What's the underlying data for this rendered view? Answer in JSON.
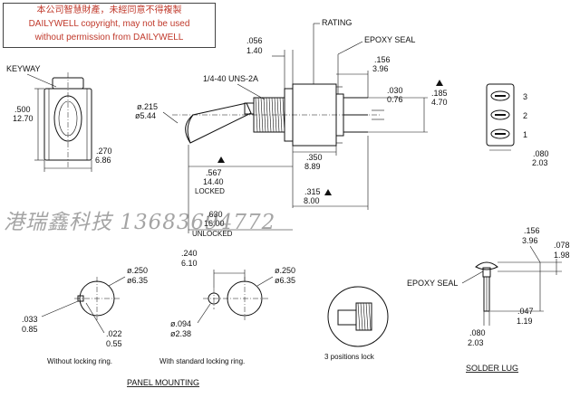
{
  "copyright": {
    "line1": "本公司智慧財產，未經同意不得複製",
    "line2": "DAILYWELL copyright, may not be used",
    "line3": "without permission from DAILYWELL"
  },
  "watermark": "港瑞鑫科技 13683694772",
  "labels": {
    "keyway": "KEYWAY",
    "rating": "RATING",
    "epoxy_seal_top": "EPOXY SEAL",
    "thread": "1/4-40 UNS-2A",
    "locked": "LOCKED",
    "unlocked": "UNLOCKED",
    "epoxy_seal_lug": "EPOXY SEAL",
    "three_positions": "3 positions lock",
    "without_ring": "Without locking ring.",
    "with_ring": "With standard locking ring.",
    "panel_mounting": "PANEL MOUNTING",
    "solder_lug": "SOLDER LUG",
    "pin_1": "1",
    "pin_2": "2",
    "pin_3": "3"
  },
  "dims": {
    "width_in": ".500",
    "width_mm": "12.70",
    "depth_in": ".270",
    "depth_mm": "6.86",
    "lever_dia_in": "ø.215",
    "lever_dia_mm": "ø5.44",
    "nut_in": ".056",
    "nut_mm": "1.40",
    "seal_in": ".156",
    "seal_mm": "3.96",
    "pin_in": ".030",
    "pin_mm": "0.76",
    "pitch_in": ".185",
    "pitch_mm": "4.70",
    "locked_in": ".567",
    "locked_mm": "14.40",
    "body_in": ".350",
    "body_mm": "8.89",
    "term_in": ".315",
    "term_mm": "8.00",
    "unlocked_in": ".630",
    "unlocked_mm": "16.00",
    "pin_space_in": ".080",
    "pin_space_mm": "2.03",
    "hole1_in": "ø.250",
    "hole1_mm": "ø6.35",
    "flat1_in": ".033",
    "flat1_mm": "0.85",
    "flat2_in": ".022",
    "flat2_mm": "0.55",
    "ctr_in": ".240",
    "ctr_mm": "6.10",
    "hole2_in": "ø.250",
    "hole2_mm": "ø6.35",
    "pinhole_in": "ø.094",
    "pinhole_mm": "ø2.38",
    "lug_len_in": ".156",
    "lug_len_mm": "3.96",
    "lug_w_in": ".078",
    "lug_w_mm": "1.98",
    "lug_t_in": ".047",
    "lug_t_mm": "1.19",
    "lug_sp_in": ".080",
    "lug_sp_mm": "2.03"
  }
}
